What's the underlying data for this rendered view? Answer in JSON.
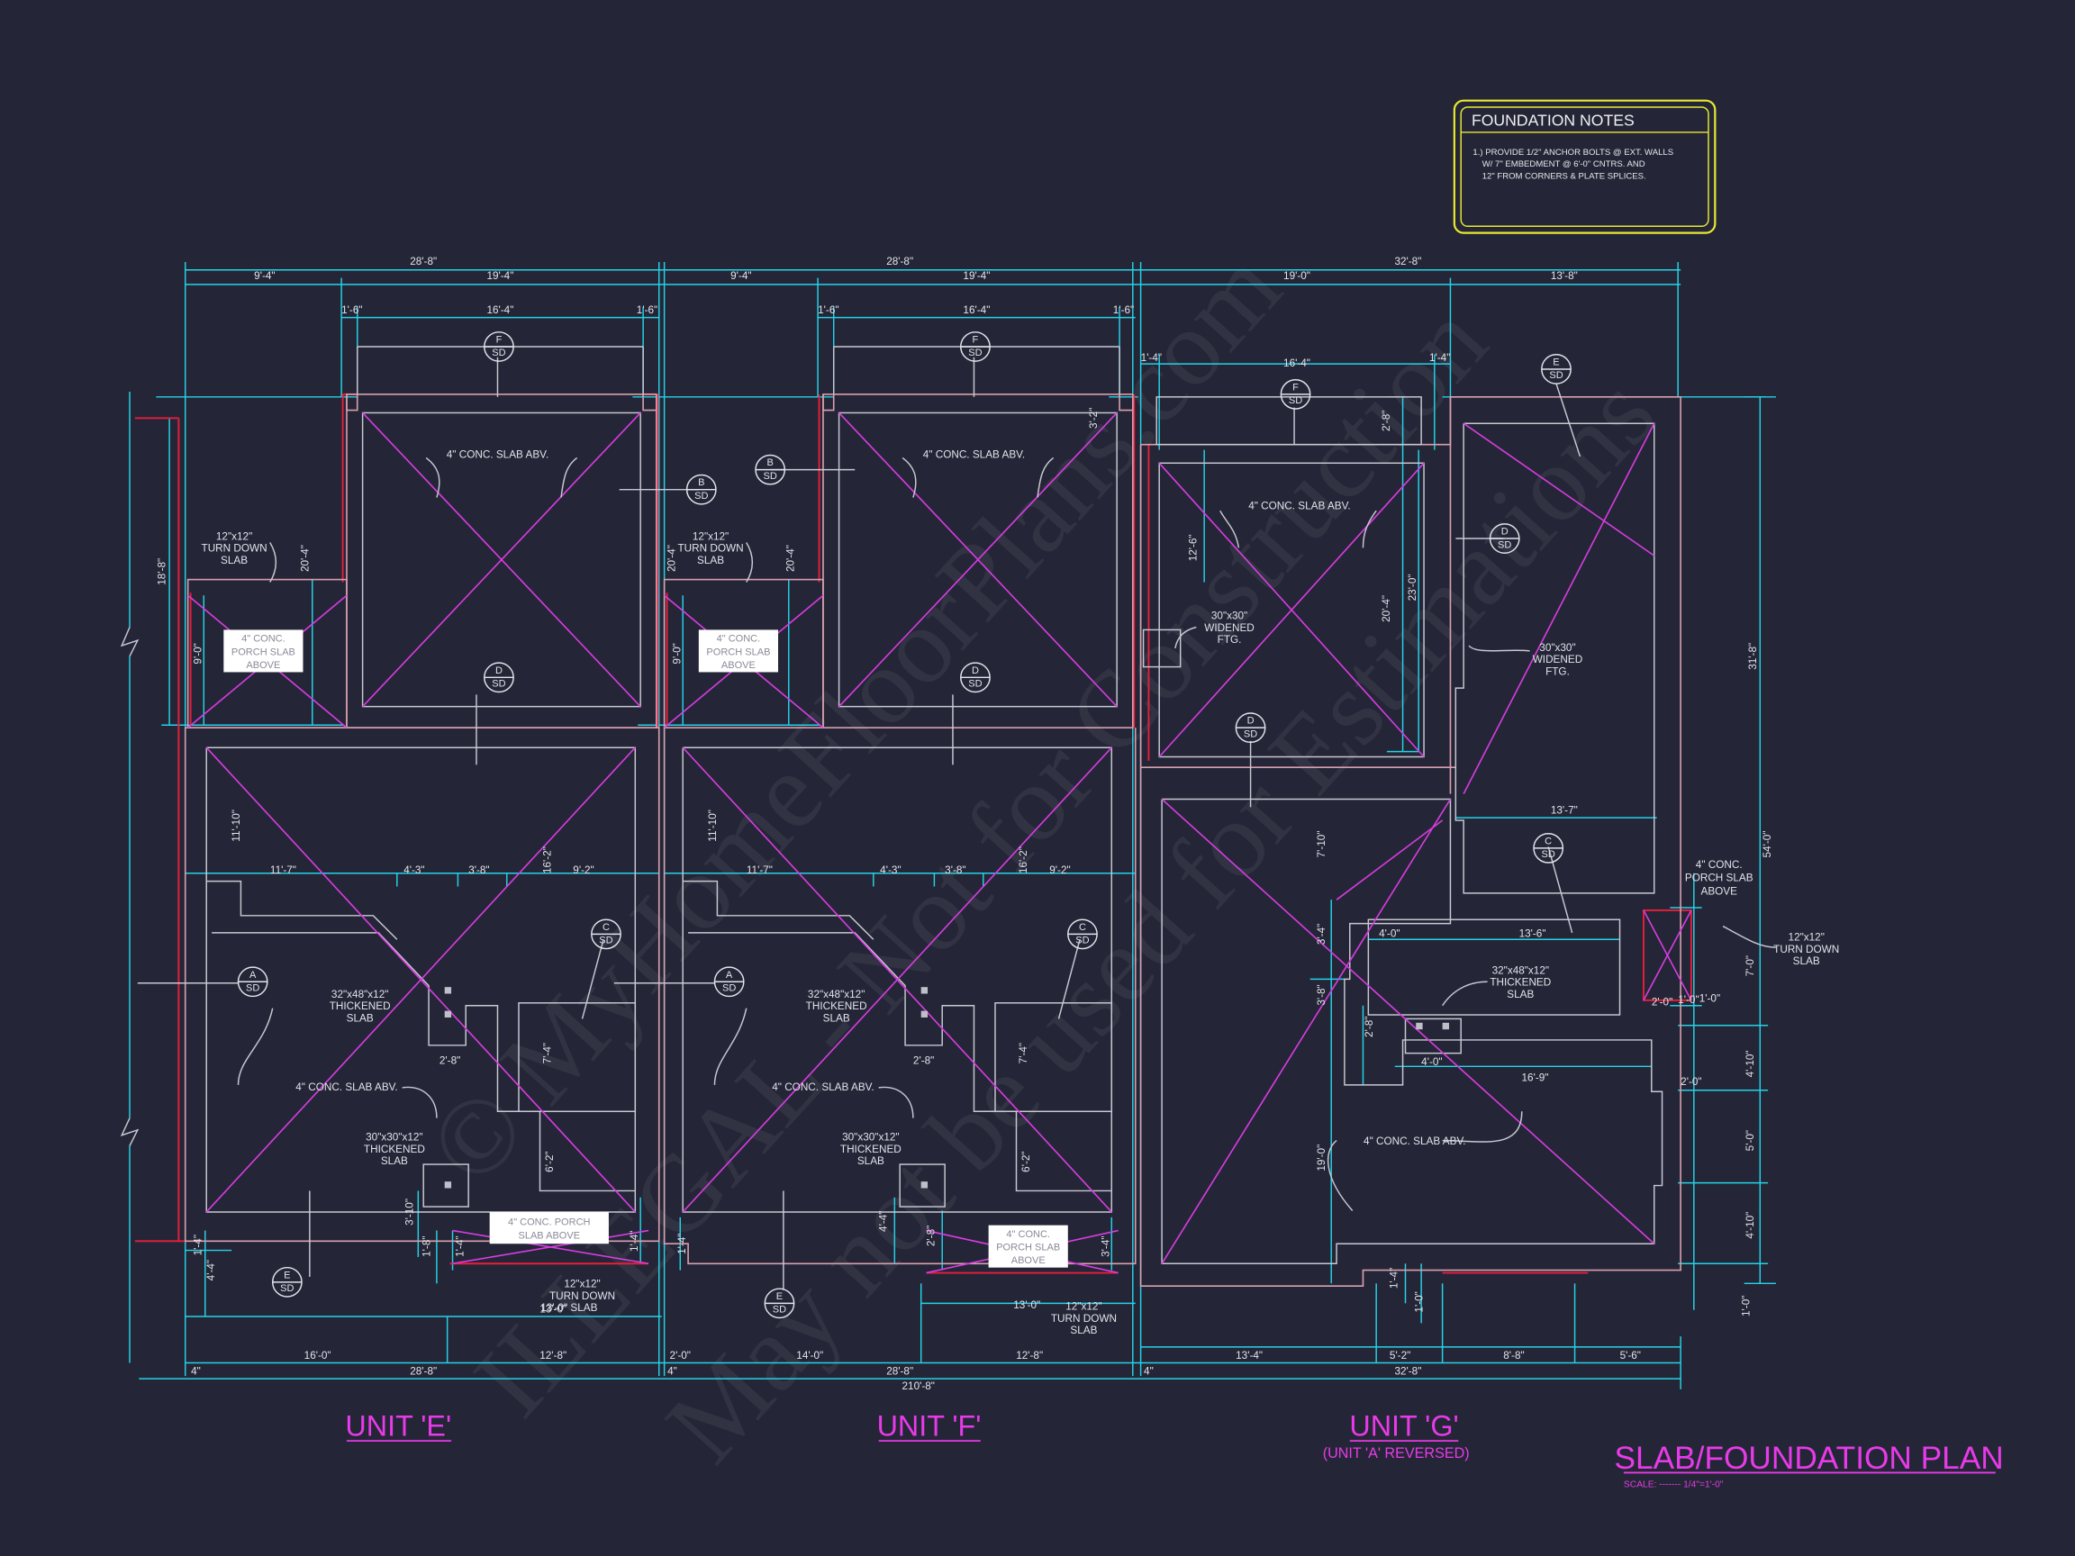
{
  "notes": {
    "title": "FOUNDATION NOTES",
    "lines": [
      "1.) PROVIDE 1/2\" ANCHOR BOLTS @ EXT. WALLS",
      "W/ 7\" EMBEDMENT @ 6'-0\" CNTRS. AND",
      "12\" FROM CORNERS & PLATE SPLICES."
    ]
  },
  "units": [
    {
      "title": "UNIT 'E'",
      "subtitle": ""
    },
    {
      "title": "UNIT 'F'",
      "subtitle": ""
    },
    {
      "title": "UNIT 'G'",
      "subtitle": "(UNIT 'A' REVERSED)"
    }
  ],
  "plan_title": "SLAB/FOUNDATION PLAN",
  "scale": "SCALE: ------- 1/4\"=1'-0\"",
  "watermark": [
    "© MyHomeFloorPlans.com",
    "ILLEGAL - Not for Construction",
    "May not be used for Estimations"
  ],
  "dims_top": {
    "e_total": "28'-8\"",
    "e_left": "9'-4\"",
    "e_right": "19'-4\"",
    "f_total": "28'-8\"",
    "f_left": "9'-4\"",
    "f_right": "19'-4\"",
    "g_total": "32'-8\"",
    "g_left": "19'-0\"",
    "g_right": "13'-8\"",
    "e_garage": "16'-4\"",
    "e_pl": "1'-6\"",
    "e_pr": "1'-6\"",
    "f_garage": "16'-4\"",
    "f_pl": "1'-6\"",
    "f_pr": "1'-6\"",
    "g_garage": "16'-4\"",
    "g_pl": "1'-4\"",
    "g_pr": "1'-4\""
  },
  "dims_bottom": {
    "e_16": "16'-0\"",
    "e_12": "12'-8\"",
    "e_28": "28'-8\"",
    "e_4": "4\"",
    "f_2": "2'-0\"",
    "f_14": "14'-0\"",
    "f_12": "12'-8\"",
    "f_28": "28'-8\"",
    "f_4": "4\"",
    "g_13": "13'-4\"",
    "g_5": "5'-2\"",
    "g_8": "8'-8\"",
    "g_55": "5'-6\"",
    "g_32": "32'-8\"",
    "g_4": "4\"",
    "overall": "210'-8\"",
    "e_13": "13'-0\"",
    "f_13": "13'-0\""
  },
  "dims_side": {
    "e_18": "18'-8\"",
    "e_9": "9'-0\"",
    "e_20": "20'-4\"",
    "e_11": "11'-10\"",
    "f_20a": "20'-4\"",
    "f_9": "9'-0\"",
    "f_20b": "20'-4\"",
    "f_11": "11'-10\"",
    "g_31": "31'-8\"",
    "g_54": "54'-0\"",
    "g_7": "7'-0\"",
    "g_4a": "4'-10\"",
    "g_5": "5'-0\"",
    "g_4b": "4'-10\"",
    "g_1": "1'-0\"",
    "g_12": "12'-6\"",
    "g_20": "20'-4\"",
    "g_23": "23'-0\"",
    "g_28": "2'-8\"",
    "g_3": "3'-2\"",
    "g_710": "7'-10\"",
    "g_34": "3'-4\"",
    "g_38": "3'-8\"",
    "g_19": "19'-0\"",
    "g_14": "1'-4\"",
    "g_10": "1'-0\"",
    "e_4": "4'-4\"",
    "e_310": "3'-10\"",
    "e_18b": "1'-8\"",
    "e_14": "1'-4\"",
    "f_14": "1'-4\"",
    "f_28": "2'-8\"",
    "f_4": "4'-4\"",
    "f_3": "3'-4\""
  },
  "dims_inner": {
    "e_117": "11'-7\"",
    "e_43": "4'-3\"",
    "e_38": "3'-8\"",
    "e_92": "9'-2\"",
    "e_162": "16'-2\"",
    "e_28": "2'-8\"",
    "e_74": "7'-4\"",
    "e_62": "6'-2\"",
    "f_117": "11'-7\"",
    "f_43": "4'-3\"",
    "f_38": "3'-8\"",
    "f_92": "9'-2\"",
    "f_162": "16'-2\"",
    "f_28": "2'-8\"",
    "f_74": "7'-4\"",
    "f_62": "6'-2\"",
    "g_137": "13'-7\"",
    "g_40a": "4'-0\"",
    "g_136": "13'-6\"",
    "g_40b": "4'-0\"",
    "g_169": "16'-9\"",
    "g_20": "2'-0\"",
    "g_10": "1'-0\"",
    "g_40c": "4'-0\"",
    "g_28": "2'-8\""
  },
  "slab_notes": {
    "slab_abv": "4\" CONC. SLAB ABV.",
    "porch": [
      "4\" CONC.",
      "PORCH SLAB",
      "ABOVE"
    ],
    "porch_long": [
      "4\" CONC. PORCH",
      "SLAB ABOVE"
    ],
    "porch_g": [
      "4\" CONC.",
      "PORCH SLAB",
      "ABOVE"
    ],
    "turn_down": [
      "12\"x12\"",
      "TURN DOWN",
      "SLAB"
    ],
    "thick_32": [
      "32\"x48\"x12\"",
      "THICKENED",
      "SLAB"
    ],
    "thick_30": [
      "30\"x30\"x12\"",
      "THICKENED",
      "SLAB"
    ],
    "widened": [
      "30\"x30\"",
      "WIDENED",
      "FTG."
    ],
    "turn_down_b": [
      "12\"x12\"",
      "TURN DOWN",
      "13'-0\" SLAB"
    ]
  },
  "sections": {
    "A": "A",
    "B": "B",
    "C": "C",
    "D": "D",
    "E": "E",
    "F": "F",
    "sd": "SD"
  }
}
